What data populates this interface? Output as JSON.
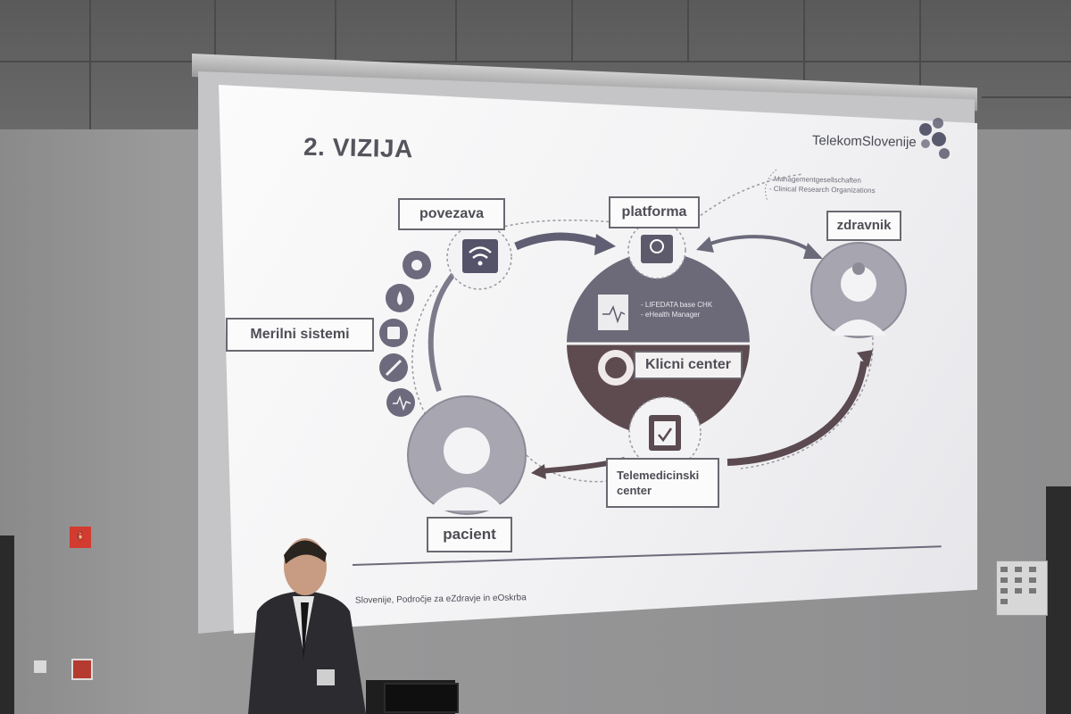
{
  "slide": {
    "title": "2. VIZIJA",
    "logo": "TelekomSlovenije",
    "bracket_items": [
      "- Managementgesellschaften",
      "- Clinical Research Organizations"
    ],
    "labels": {
      "povezava": "povezava",
      "platforma": "platforma",
      "zdravnik": "zdravnik",
      "merilni": "Merilni sistemi",
      "klicni": "Klicni center",
      "telemed_line1": "Telemedicinski",
      "telemed_line2": "center",
      "pacient": "pacient"
    },
    "platform_lines": [
      "- LIFEDATA base CHK",
      "- eHealth Manager"
    ],
    "footer": "Slovenije, Področje za eZdravje in eOskrba"
  },
  "room": {
    "fire_sign": "🧯"
  },
  "colors": {
    "slide_bg": "#f3f3f5",
    "accent_dark": "#6b5a5f",
    "accent_gray": "#8c8a96",
    "label_border": "#6a6870"
  }
}
